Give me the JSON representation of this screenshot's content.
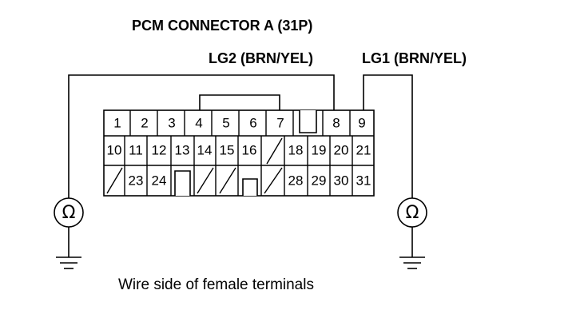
{
  "title": "PCM CONNECTOR A (31P)",
  "wire_labels": {
    "lg2": "LG2 (BRN/YEL)",
    "lg1": "LG1 (BRN/YEL)"
  },
  "caption": "Wire side of female terminals",
  "meter_symbol": "Ω",
  "pins": {
    "row1": [
      "1",
      "2",
      "3",
      "4",
      "5",
      "6",
      "7",
      "8",
      "9"
    ],
    "row2": [
      "10",
      "11",
      "12",
      "13",
      "14",
      "15",
      "16",
      "18",
      "19",
      "20",
      "21"
    ],
    "row3": [
      "23",
      "24",
      "28",
      "29",
      "30",
      "31"
    ]
  }
}
